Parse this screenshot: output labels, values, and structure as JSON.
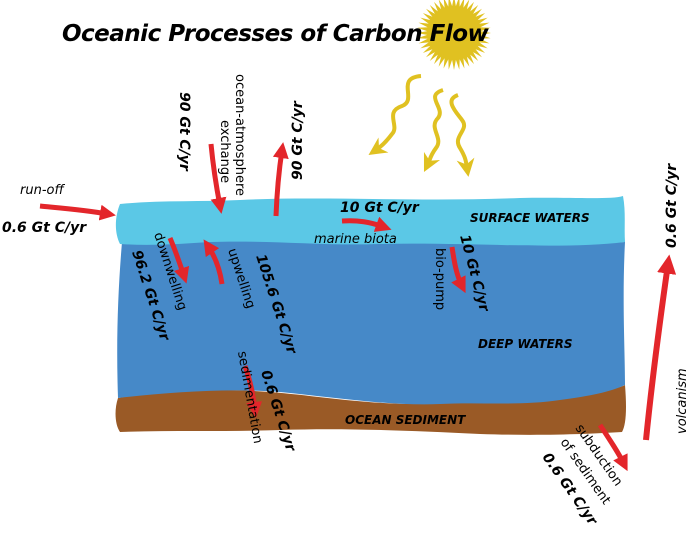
{
  "title": "Oceanic Processes of Carbon Flow",
  "colors": {
    "surface_waters": "#5bc8e6",
    "deep_waters": "#4689c8",
    "ocean_sediment": "#9a5a26",
    "flux_arrow": "#e3262b",
    "sun": "#e0c121"
  },
  "layers": {
    "surface": "SURFACE WATERS",
    "deep": "DEEP WATERS",
    "sediment": "OCEAN SEDIMENT"
  },
  "icons": {
    "sun": "sun-icon",
    "sunlight_rays": "wavy-arrow-icon"
  },
  "flows": {
    "runoff": {
      "process": "run-off",
      "amount": "0.6 Gt C/yr"
    },
    "exchange": {
      "process_line1": "ocean-atmosphere",
      "process_line2": "exchange",
      "down_amount": "90 Gt C/yr",
      "up_amount": "90 Gt C/yr"
    },
    "marine_biota": {
      "process": "marine biota",
      "amount": "10 Gt C/yr"
    },
    "bio_pump": {
      "process": "bio-pump",
      "amount": "10 Gt C/yr"
    },
    "downwelling": {
      "process": "downwelling",
      "amount": "96.2 Gt C/yr"
    },
    "upwelling": {
      "process": "upwelling",
      "amount": "105.6 Gt C/yr"
    },
    "sedimentation": {
      "process": "sedimentation",
      "amount": "0.6 Gt C/yr"
    },
    "subduction": {
      "process_line1": "subduction",
      "process_line2": "of sediment",
      "amount": "0.6 Gt C/yr"
    },
    "volcanism": {
      "process": "volcanism",
      "amount": "0.6 Gt C/yr"
    }
  }
}
